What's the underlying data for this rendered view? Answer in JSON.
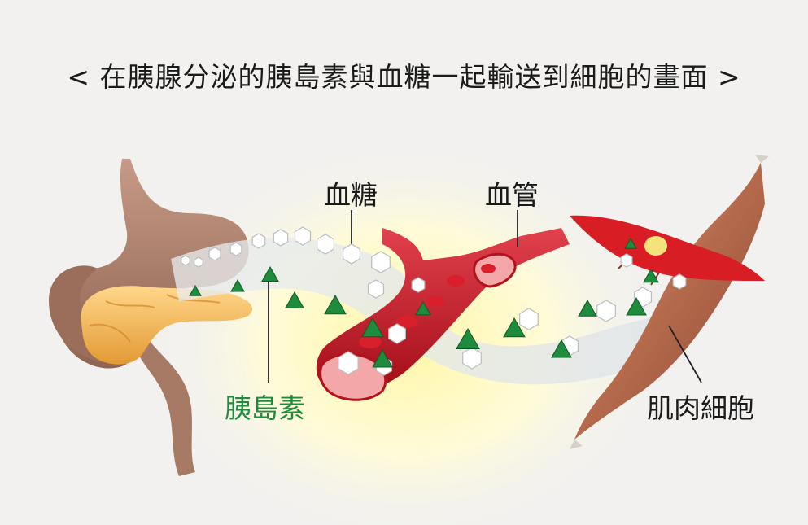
{
  "title": "< 在胰腺分泌的胰島素與血糖一起輸送到細胞的畫面 >",
  "labels": {
    "blood_sugar": "血糖",
    "blood_vessel": "血管",
    "insulin": "胰島素",
    "muscle_cell": "肌肉細胞"
  },
  "colors": {
    "insulin_green": "#1e8c3c",
    "blood_red": "#c8101c",
    "glucose_white": "#ffffff",
    "background_glow": "#fff6a0",
    "muscle_brown": "#b56a4c"
  }
}
